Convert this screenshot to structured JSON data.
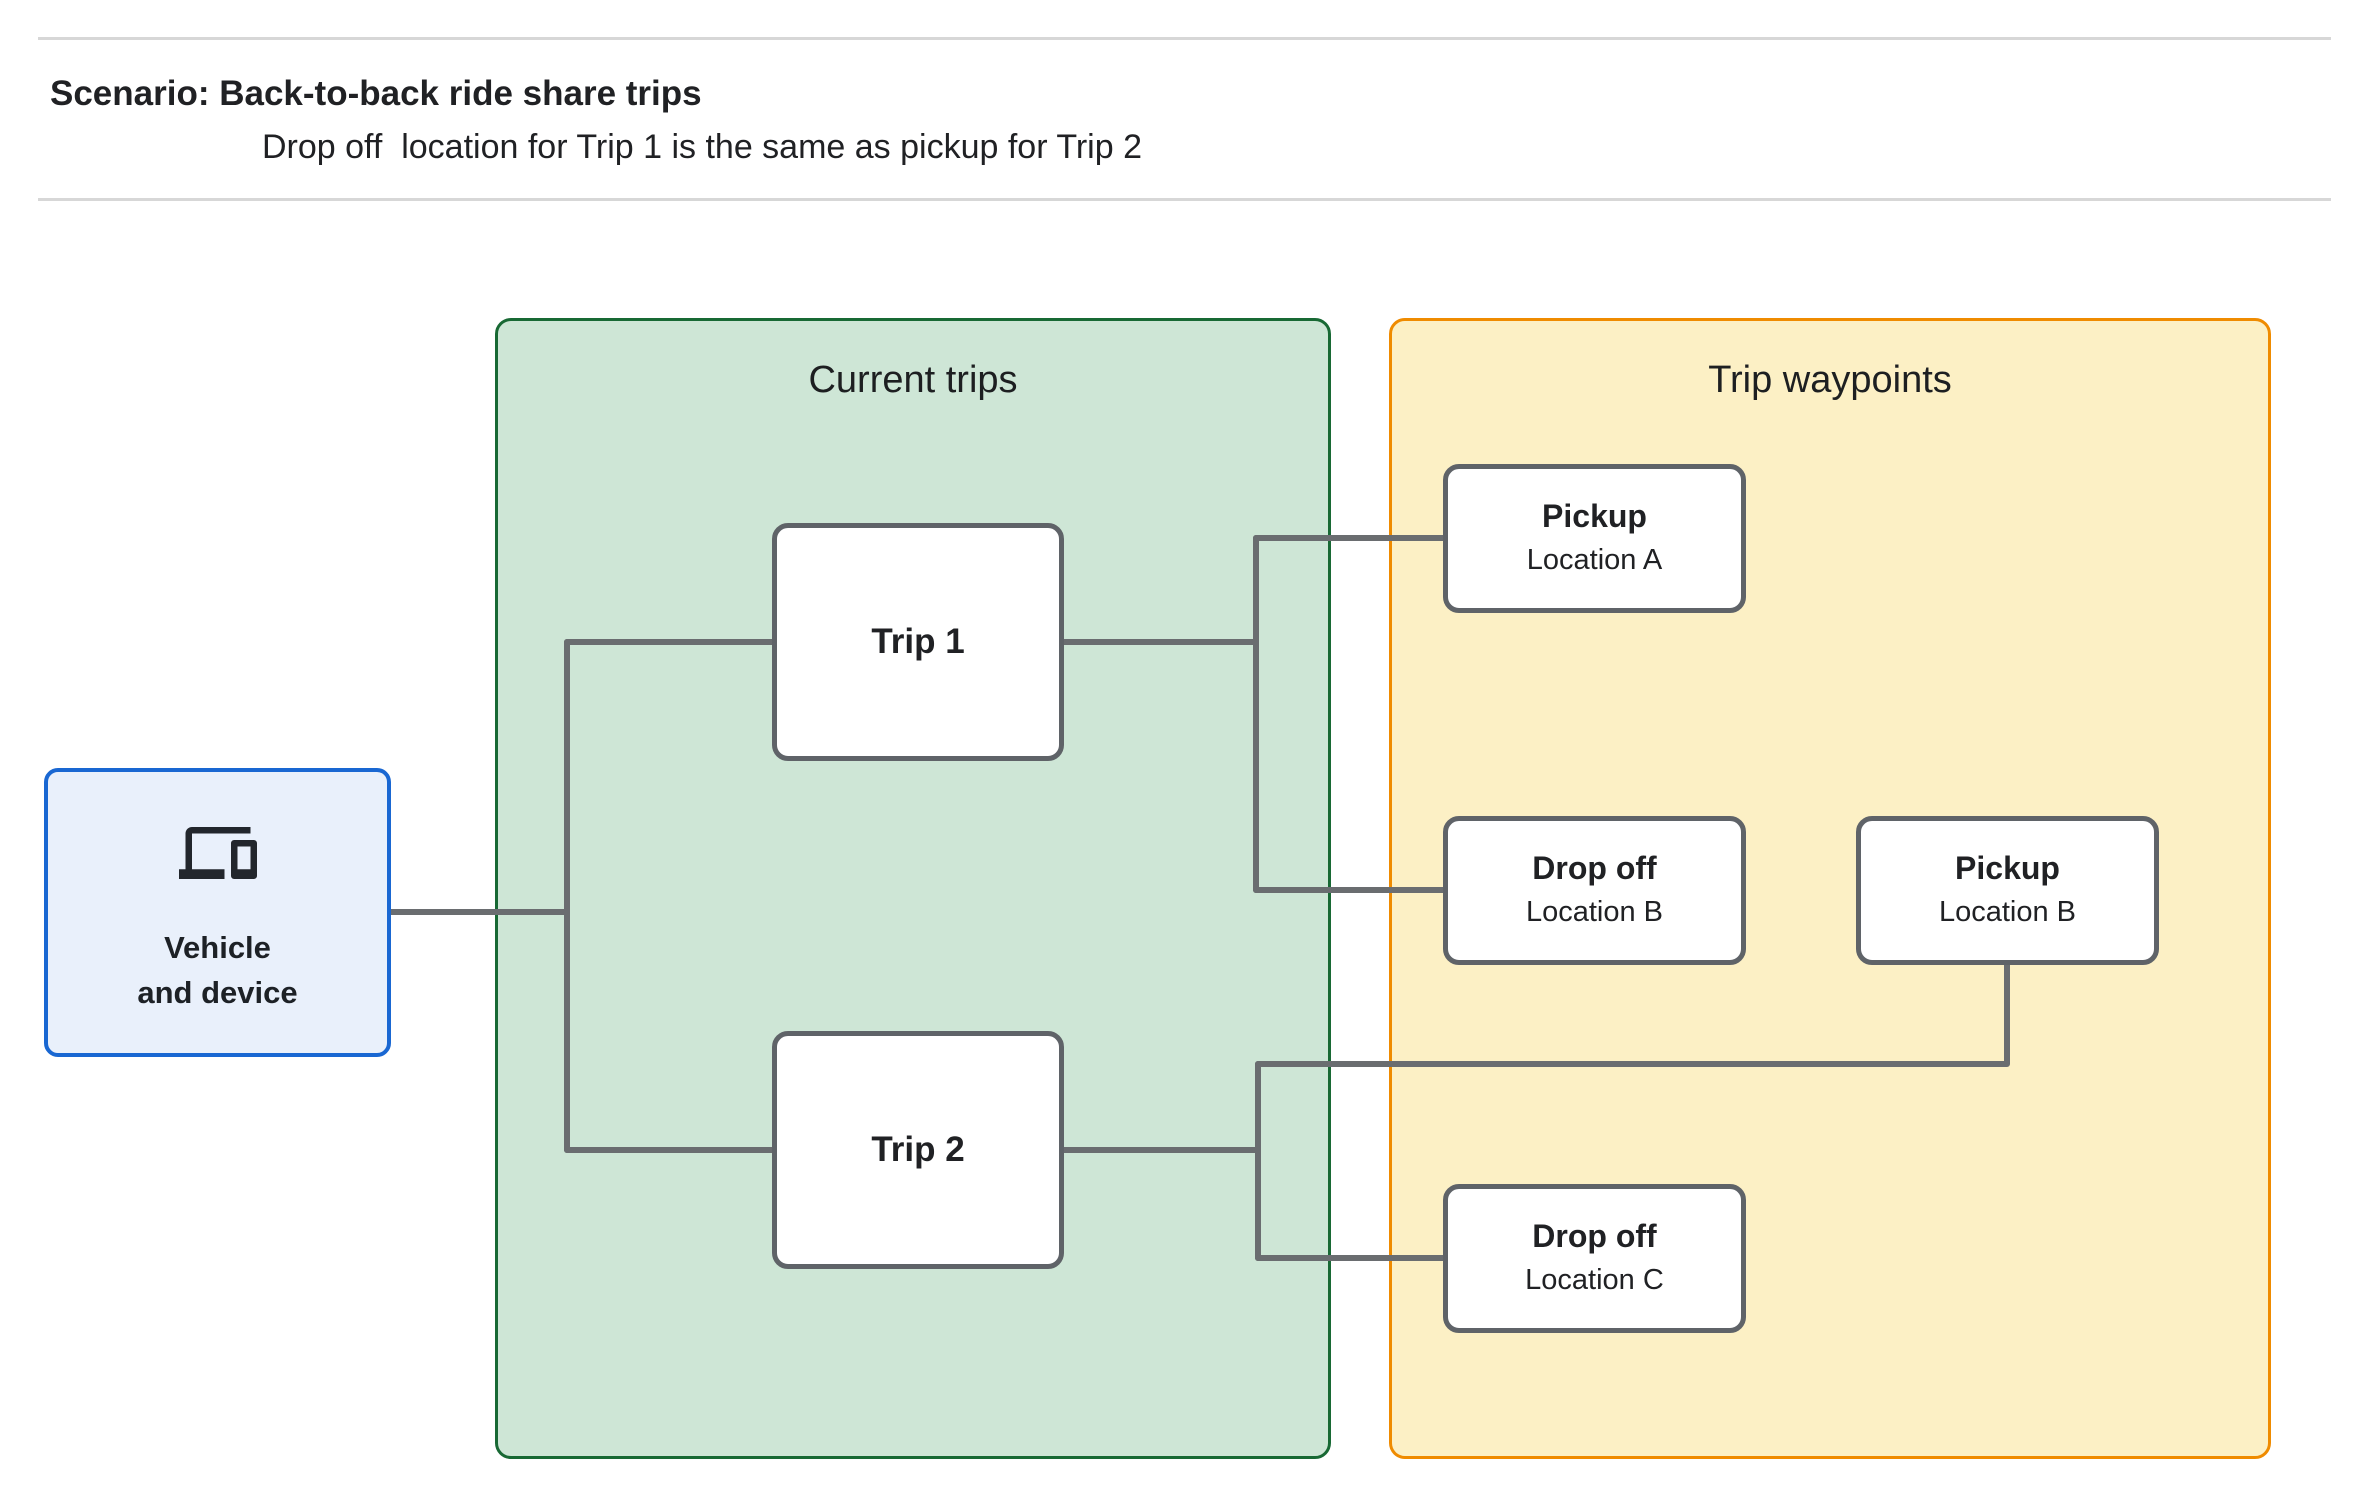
{
  "header": {
    "title": "Scenario: Back-to-back ride share trips",
    "subtitle": "Drop off  location for Trip 1 is the same as pickup for Trip 2"
  },
  "groups": {
    "current_trips": {
      "title": "Current trips"
    },
    "trip_waypoints": {
      "title": "Trip waypoints"
    }
  },
  "nodes": {
    "vehicle": {
      "line1": "Vehicle",
      "line2": "and device",
      "icon": "devices-icon"
    },
    "trip1": {
      "label": "Trip 1"
    },
    "trip2": {
      "label": "Trip 2"
    },
    "pickup_a": {
      "title": "Pickup",
      "subtitle": "Location A"
    },
    "dropoff_b": {
      "title": "Drop off",
      "subtitle": "Location B"
    },
    "pickup_b": {
      "title": "Pickup",
      "subtitle": "Location B"
    },
    "dropoff_c": {
      "title": "Drop off",
      "subtitle": "Location C"
    }
  },
  "colors": {
    "group_green_fill": "#CEE6D6",
    "group_green_border": "#186934",
    "group_yellow_fill": "#FCF0C5",
    "group_yellow_border": "#EF8B00",
    "vehicle_fill": "#E9F0FB",
    "vehicle_border": "#1967D2",
    "connector_gray": "#6A6D70",
    "node_border_gray": "#5F6368",
    "rule_gray": "#D7D7D7",
    "text": "#202124"
  }
}
